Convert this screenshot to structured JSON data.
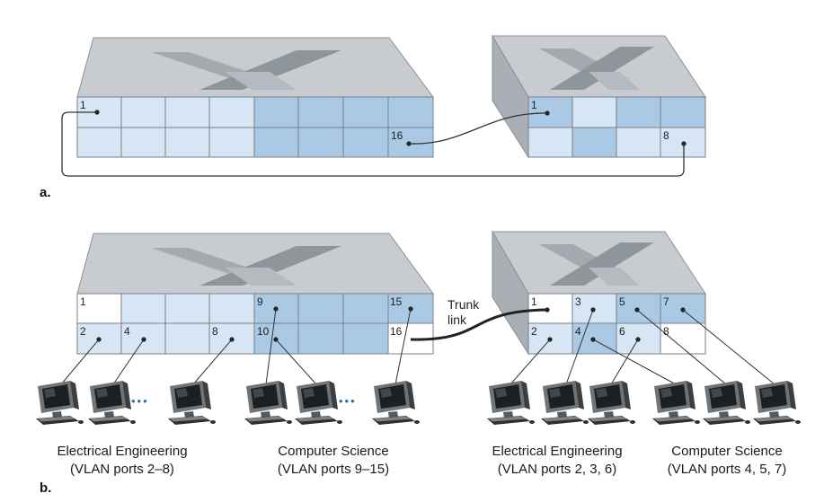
{
  "colors": {
    "switch_top": "#c8ccd0",
    "switch_side": "#a9afb4",
    "x_dark": "#8e959b",
    "x_light": "#b4babf",
    "port_light": "#d6e6f4",
    "port_dark": "#a9c9e4",
    "port_white": "#ffffff",
    "line": "#333333"
  },
  "figure_a": {
    "label": "a.",
    "switch_left_ports": {
      "p1": "1",
      "p16": "16"
    },
    "switch_right_ports": {
      "p1": "1",
      "p8": "8"
    }
  },
  "figure_b": {
    "label": "b.",
    "switch_left_ports": {
      "p1": "1",
      "p2": "2",
      "p4": "4",
      "p8": "8",
      "p9": "9",
      "p10": "10",
      "p15": "15",
      "p16": "16"
    },
    "switch_right_ports": {
      "p1": "1",
      "p2": "2",
      "p3": "3",
      "p4": "4",
      "p5": "5",
      "p6": "6",
      "p7": "7",
      "p8": "8"
    },
    "trunk_label_line1": "Trunk",
    "trunk_label_line2": "link",
    "ellipsis": "•••",
    "groups": [
      {
        "line1": "Electrical Engineering",
        "line2": "(VLAN ports 2–8)"
      },
      {
        "line1": "Computer Science",
        "line2": "(VLAN ports 9–15)"
      },
      {
        "line1": "Electrical Engineering",
        "line2": "(VLAN ports 2, 3, 6)"
      },
      {
        "line1": "Computer Science",
        "line2": "(VLAN ports 4, 5, 7)"
      }
    ]
  }
}
